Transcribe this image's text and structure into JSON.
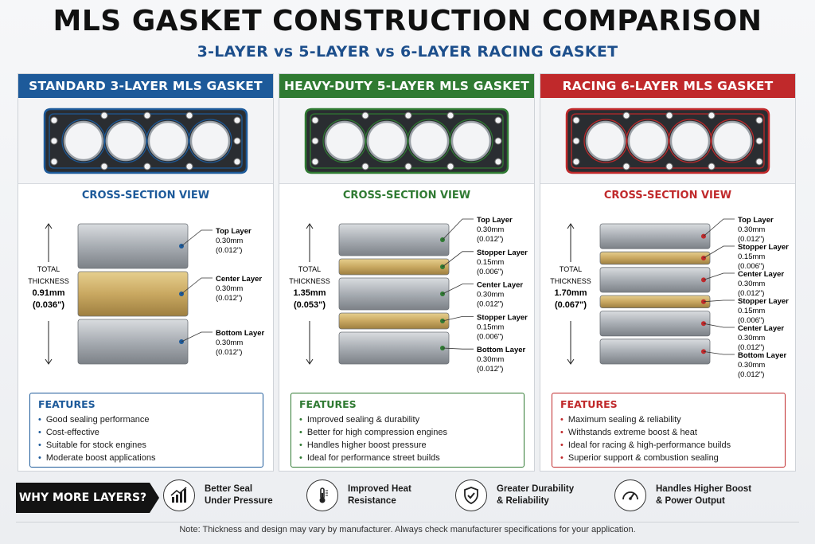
{
  "title": "MLS GASKET CONSTRUCTION COMPARISON",
  "subtitle": "3-LAYER vs 5-LAYER vs 6-LAYER RACING GASKET",
  "panels": [
    {
      "header": "STANDARD 3-LAYER MLS GASKET",
      "color": "#1d5a9a",
      "cross_section_title": "CROSS-SECTION VIEW",
      "total_label_1": "TOTAL",
      "total_label_2": "THICKNESS",
      "total_mm": "0.91mm",
      "total_in": "(0.036\")",
      "layers": [
        {
          "name": "Top Layer",
          "mm": "0.30mm",
          "in": "(0.012\")"
        },
        {
          "name": "Center Layer",
          "mm": "0.30mm",
          "in": "(0.012\")"
        },
        {
          "name": "Bottom Layer",
          "mm": "0.30mm",
          "in": "(0.012\")"
        }
      ],
      "features_title": "FEATURES",
      "features": [
        "Good sealing performance",
        "Cost-effective",
        "Suitable for stock engines",
        "Moderate boost applications"
      ]
    },
    {
      "header": "HEAVY-DUTY 5-LAYER MLS GASKET",
      "color": "#2f7a32",
      "cross_section_title": "CROSS-SECTION VIEW",
      "total_label_1": "TOTAL",
      "total_label_2": "THICKNESS",
      "total_mm": "1.35mm",
      "total_in": "(0.053\")",
      "layers": [
        {
          "name": "Top Layer",
          "mm": "0.30mm",
          "in": "(0.012\")"
        },
        {
          "name": "Stopper Layer",
          "mm": "0.15mm",
          "in": "(0.006\")"
        },
        {
          "name": "Center Layer",
          "mm": "0.30mm",
          "in": "(0.012\")"
        },
        {
          "name": "Stopper Layer",
          "mm": "0.15mm",
          "in": "(0.006\")"
        },
        {
          "name": "Bottom Layer",
          "mm": "0.30mm",
          "in": "(0.012\")"
        }
      ],
      "features_title": "FEATURES",
      "features": [
        "Improved sealing & durability",
        "Better for high compression engines",
        "Handles higher boost pressure",
        "Ideal for performance street builds"
      ]
    },
    {
      "header": "RACING 6-LAYER MLS GASKET",
      "color": "#c0292b",
      "cross_section_title": "CROSS-SECTION VIEW",
      "total_label_1": "TOTAL",
      "total_label_2": "THICKNESS",
      "total_mm": "1.70mm",
      "total_in": "(0.067\")",
      "layers": [
        {
          "name": "Top Layer",
          "mm": "0.30mm",
          "in": "(0.012\")"
        },
        {
          "name": "Stopper Layer",
          "mm": "0.15mm",
          "in": "(0.006\")"
        },
        {
          "name": "Center Layer",
          "mm": "0.30mm",
          "in": "(0.012\")"
        },
        {
          "name": "Stopper Layer",
          "mm": "0.15mm",
          "in": "(0.006\")"
        },
        {
          "name": "Center Layer",
          "mm": "0.30mm",
          "in": "(0.012\")"
        },
        {
          "name": "Bottom Layer",
          "mm": "0.30mm",
          "in": "(0.012\")"
        }
      ],
      "features_title": "FEATURES",
      "features": [
        "Maximum sealing & reliability",
        "Withstands extreme boost & heat",
        "Ideal for racing & high-performance builds",
        "Superior support & combustion sealing"
      ]
    }
  ],
  "why": {
    "label": "WHY MORE LAYERS?",
    "benefits": [
      {
        "icon": "bar-chart-icon",
        "text": "Better Seal\nUnder Pressure"
      },
      {
        "icon": "thermometer-icon",
        "text": "Improved Heat\nResistance"
      },
      {
        "icon": "shield-check-icon",
        "text": "Greater Durability\n& Reliability"
      },
      {
        "icon": "gauge-icon",
        "text": "Handles Higher Boost\n& Power Output"
      }
    ]
  },
  "note": "Note: Thickness and design may vary by manufacturer. Always check manufacturer specifications for your application."
}
